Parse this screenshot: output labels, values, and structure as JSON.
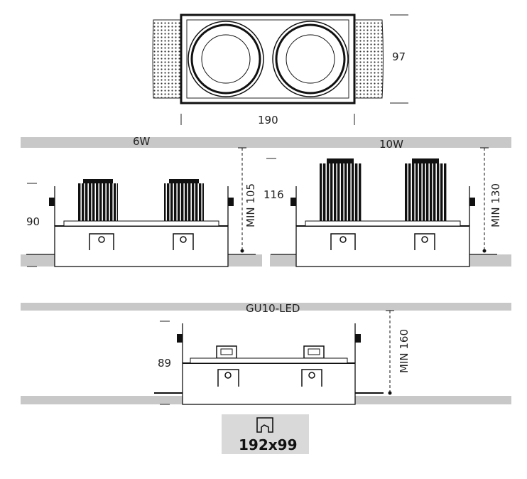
{
  "top_view": {
    "width_dim": "190",
    "height_dim": "97"
  },
  "section_6w": {
    "label": "6W",
    "height_dim": "90",
    "min_dim": "MIN 105"
  },
  "section_10w": {
    "label": "10W",
    "height_dim": "116",
    "min_dim": "MIN 130"
  },
  "section_gu10": {
    "label": "GU10-LED",
    "height_dim": "89",
    "min_dim": "MIN 160"
  },
  "cutout": {
    "label": "192x99",
    "icon": "cutout-icon"
  },
  "colors": {
    "ceiling": "#c8c8c8",
    "line": "#222222",
    "fill_dark": "#111111",
    "cutout_bg": "#d9d9d9"
  }
}
